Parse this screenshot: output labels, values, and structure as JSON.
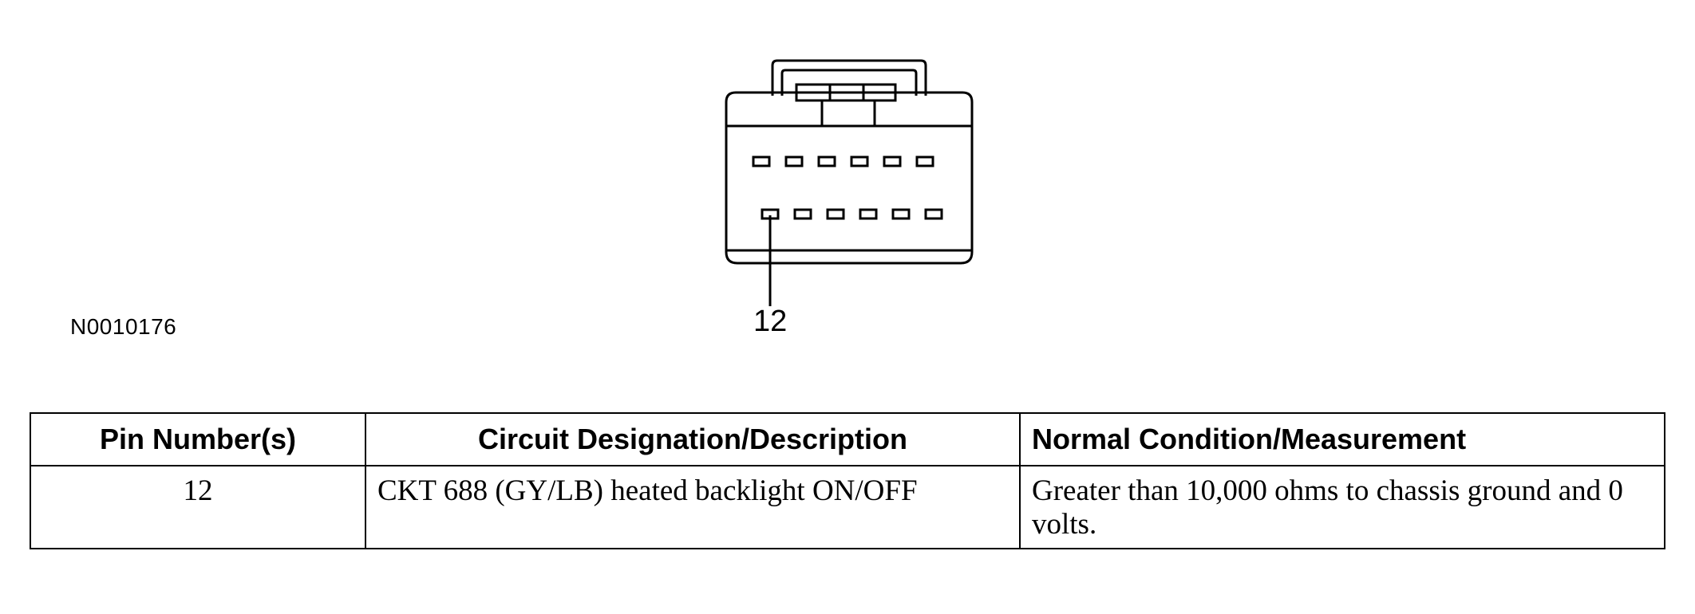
{
  "diagram": {
    "id_code": "N0010176",
    "callout_pin": "12"
  },
  "table": {
    "headers": {
      "pin": "Pin Number(s)",
      "circuit": "Circuit Designation/Description",
      "condition": "Normal Condition/Measurement"
    },
    "rows": [
      {
        "pin": "12",
        "circuit": "CKT 688 (GY/LB) heated backlight ON/OFF",
        "condition": "Greater than 10,000 ohms to chassis ground and 0 volts."
      }
    ]
  }
}
